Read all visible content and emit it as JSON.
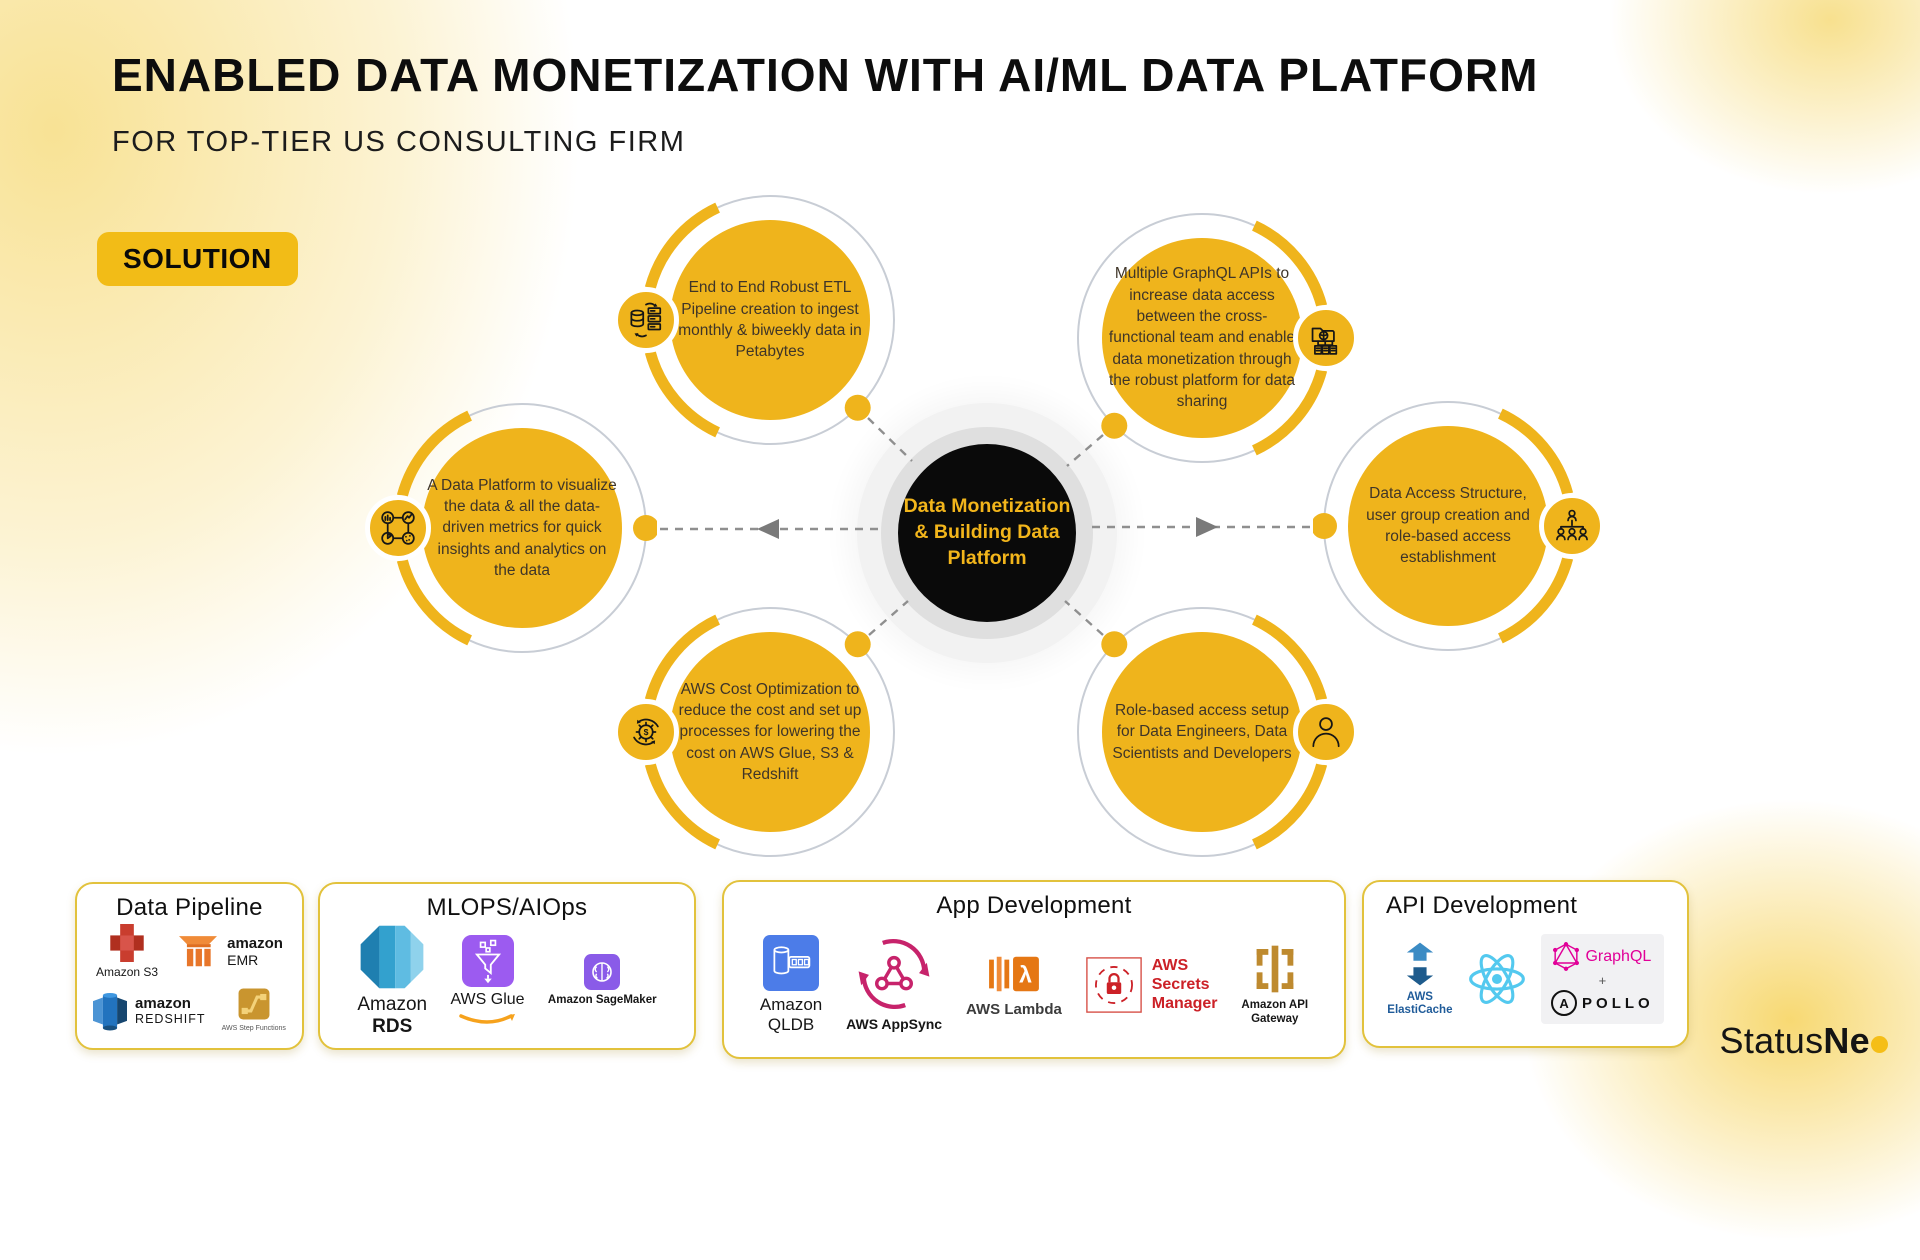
{
  "header": {
    "title": "ENABLED DATA MONETIZATION WITH AI/ML DATA PLATFORM",
    "subtitle": "FOR TOP-TIER US CONSULTING FIRM",
    "badge": "SOLUTION"
  },
  "hub": {
    "label": "Data Monetization & Building Data Platform"
  },
  "nodes": [
    {
      "id": "etl-pipeline",
      "icon": "database-transfer-icon",
      "text": "End to End Robust ETL Pipeline creation to ingest monthly & biweekly data in Petabytes"
    },
    {
      "id": "graphql-apis",
      "icon": "data-sharing-icon",
      "text": "Multiple GraphQL APIs to increase data access between the cross-functional team and enable data monetization through the robust platform for data sharing"
    },
    {
      "id": "data-platform",
      "icon": "analytics-icon",
      "text": "A Data Platform to visualize the data & all the data-driven metrics for quick insights and analytics on the data"
    },
    {
      "id": "access-structure",
      "icon": "org-hierarchy-icon",
      "text": "Data Access Structure, user group creation and role-based access establishment"
    },
    {
      "id": "cost-optimization",
      "icon": "cost-gear-icon",
      "text": "AWS Cost Optimization to reduce the cost and set up processes for lowering the cost on AWS Glue, S3 & Redshift"
    },
    {
      "id": "role-based-access",
      "icon": "user-icon",
      "text": "Role-based access setup for Data Engineers, Data Scientists and Developers"
    }
  ],
  "groups": {
    "data_pipeline": {
      "title": "Data Pipeline",
      "s3_label": "Amazon S3",
      "emr_brand": "amazon",
      "emr_sub": "EMR",
      "redshift_brand": "amazon",
      "redshift_sub": "REDSHIFT",
      "step_functions_label": "AWS Step Functions"
    },
    "mlops": {
      "title": "MLOPS/AIOps",
      "rds_brand": "Amazon",
      "rds_sub": "RDS",
      "glue_label": "AWS Glue",
      "sagemaker_label": "Amazon SageMaker"
    },
    "app_dev": {
      "title": "App Development",
      "qldb_line1": "Amazon",
      "qldb_line2": "QLDB",
      "appsync_label": "AWS AppSync",
      "lambda_label": "AWS Lambda",
      "secrets_line1": "AWS",
      "secrets_line2": "Secrets",
      "secrets_line3": "Manager",
      "apigw_line1": "Amazon API",
      "apigw_line2": "Gateway"
    },
    "api_dev": {
      "title": "API Development",
      "elasticache_line1": "AWS",
      "elasticache_line2": "ElastiCache",
      "graphql_label": "GraphQL",
      "plus_label": "+",
      "apollo_a": "A",
      "apollo_rest": "POLLO"
    }
  },
  "glyphs": {
    "lambda": "λ",
    "dollar": "$"
  },
  "footer": {
    "brand_light": "Status",
    "brand_bold": "Ne"
  },
  "colors": {
    "accent_yellow": "#EFB41C",
    "hub_black": "#0a0a0a",
    "secrets_red": "#CC2127",
    "graphql_pink": "#E10098",
    "react_cyan": "#53C9EF"
  }
}
